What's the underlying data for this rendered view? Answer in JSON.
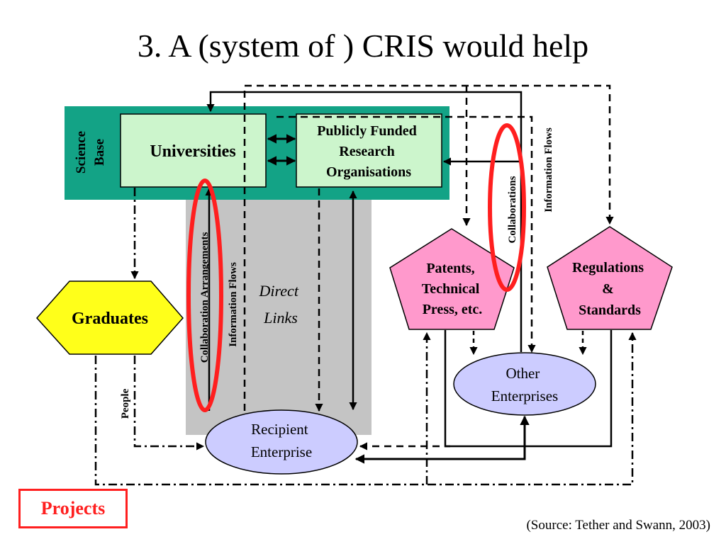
{
  "title": "3. A (system of ) CRIS would help",
  "science_base": {
    "line1": "Science",
    "line2": "Base"
  },
  "nodes": {
    "universities": "Universities",
    "pfro": {
      "line1": "Publicly Funded",
      "line2": "Research",
      "line3": "Organisations"
    },
    "graduates": "Graduates",
    "patents": {
      "line1": "Patents,",
      "line2": "Technical",
      "line3": "Press, etc."
    },
    "regulations": {
      "line1": "Regulations",
      "line2": "&",
      "line3": "Standards"
    },
    "other": {
      "line1": "Other",
      "line2": "Enterprises"
    },
    "recipient": {
      "line1": "Recipient",
      "line2": "Enterprise"
    }
  },
  "labels": {
    "direct_links": {
      "line1": "Direct",
      "line2": "Links"
    },
    "collab_arrangements": "Collaboration Arrangements",
    "info_flows_left": "Information Flows",
    "collaborations": "Collaborations",
    "info_flows_right": "Information Flows",
    "people": "People"
  },
  "projects": "Projects",
  "source": "(Source: Tether and Swann, 2003)",
  "colors": {
    "science_base": "#13a386",
    "box": "#ccf5cc",
    "graduates": "#ffff1a",
    "pentagon": "#ff99cc",
    "ellipse": "#ccccff",
    "gray_band": "#c4c4c4",
    "highlight": "#ff1f1f"
  }
}
